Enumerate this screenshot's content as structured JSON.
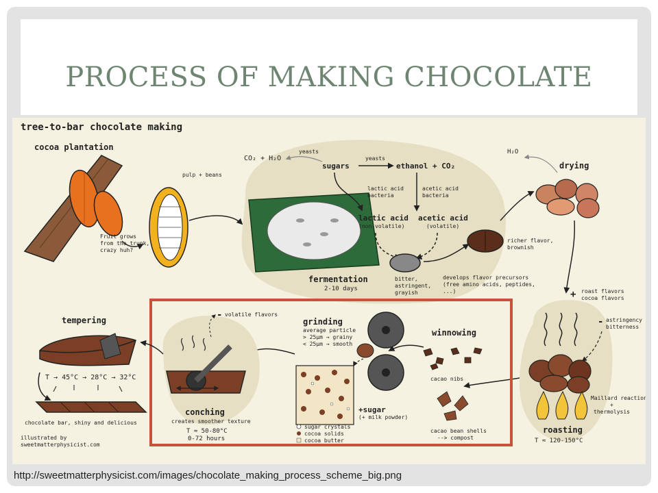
{
  "title": "PROCESS OF MAKING CHOCOLATE",
  "footer_url": "http://sweetmatterphysicist.com/images/chocolate_making_process_scheme_big.png",
  "diagram": {
    "heading": "tree-to-bar chocolate making",
    "plantation": {
      "label": "cocoa plantation",
      "note1": "Fruit grows",
      "note2": "from the trunk,",
      "note3": "crazy huh?"
    },
    "pulp_beans": "pulp + beans",
    "fermentation": {
      "label": "fermentation",
      "duration": "2-10 days",
      "co2_h2o": "CO₂ + H₂O",
      "yeasts_1": "yeasts",
      "yeasts_2": "yeasts",
      "sugars": "sugars",
      "ethanol": "ethanol + CO₂",
      "lab_1": "lactic acid",
      "lab_2": "bacteria",
      "aab_1": "acetic acid",
      "aab_2": "bacteria",
      "lactic_acid": "lactic acid",
      "lactic_note": "(non-volatile)",
      "acetic_acid": "acetic acid",
      "acetic_note": "(volatile)",
      "bitter_1": "bitter,",
      "bitter_2": "astringent,",
      "bitter_3": "grayish",
      "precursors_1": "develops flavor precursors",
      "precursors_2": "(free amino acids, peptides,",
      "precursors_3": "...)",
      "richer_1": "richer flavor,",
      "richer_2": "brownish"
    },
    "drying": {
      "label": "drying",
      "h2o": "H₂O"
    },
    "roasting": {
      "label": "roasting",
      "temp": "T ≈ 120-150°C",
      "plus": "+",
      "flavors_1": "roast flavors",
      "flavors_2": "cocoa flavors",
      "minus": "-",
      "astr_1": "astringency",
      "astr_2": "bitterness",
      "maillard_1": "Maillard reaction",
      "maillard_2": "+",
      "maillard_3": "thermolysis"
    },
    "winnowing": {
      "label": "winnowing",
      "nibs": "cacao nibs",
      "shells": "cacao bean shells",
      "compost": "--> compost"
    },
    "grinding": {
      "label": "grinding",
      "avg": "average particle",
      "grainy": "> 25µm → grainy",
      "smooth": "< 25µm → smooth",
      "sugar": "+sugar",
      "milk": "(+ milk powder)",
      "legend_1": "sugar crystals",
      "legend_2": "cocoa solids",
      "legend_3": "cocoa butter"
    },
    "conching": {
      "label": "conching",
      "minus": "-",
      "volatile": "volatile flavors",
      "texture": "creates smoother texture",
      "temp": "T ≈ 50-80°C",
      "hours": "0-72 hours"
    },
    "tempering": {
      "label": "tempering",
      "temps": "T → 45°C → 28°C → 32°C",
      "bar": "chocolate bar, shiny and delicious"
    },
    "credit_1": "illustrated by",
    "credit_2": "sweetmatterphysicist.com"
  },
  "colors": {
    "title": "#6e8572",
    "frame": "#e3e3e3",
    "diagram_bg": "#f6f2e1",
    "blob": "#e6dfc3",
    "highlight_border": "#c9533a",
    "cocoa_pod": "#e8711f",
    "bean": "#7a3f25",
    "leaf": "#2e6b3a"
  }
}
